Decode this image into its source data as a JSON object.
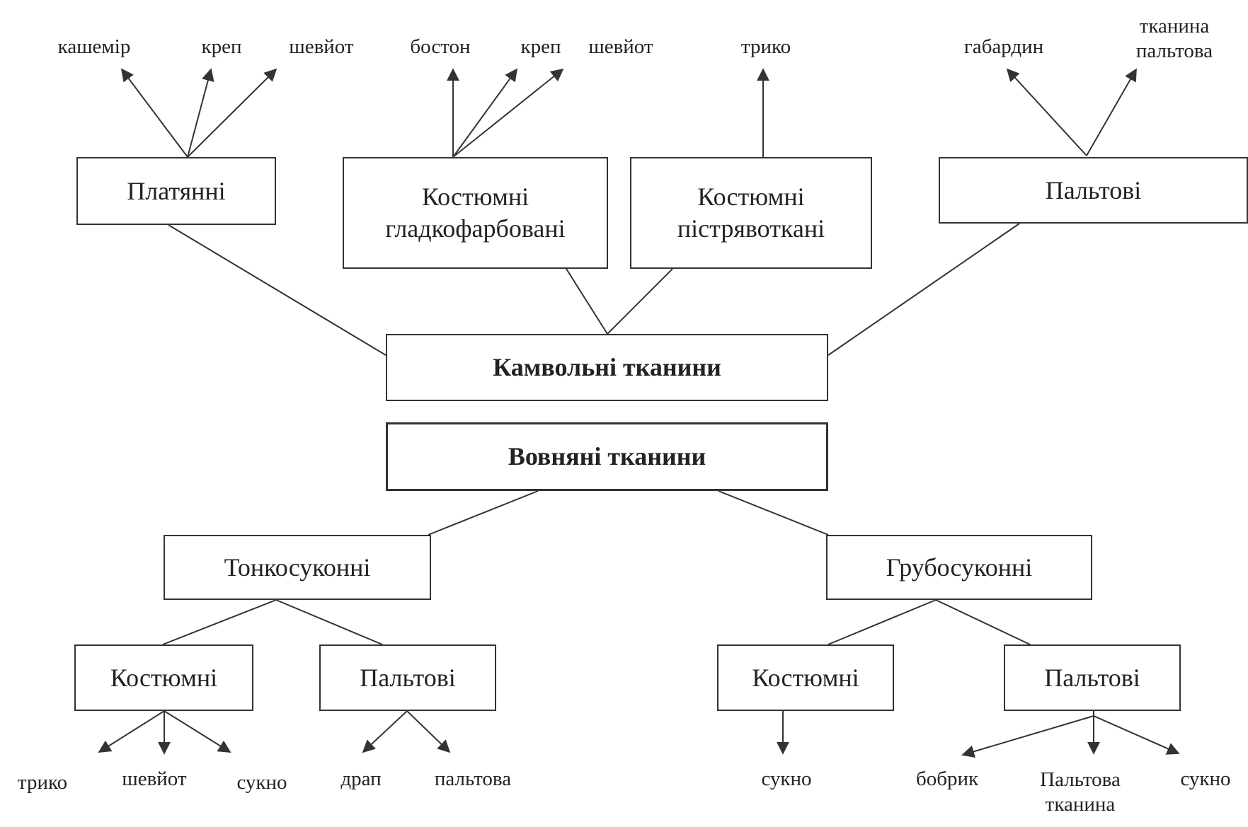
{
  "diagram": {
    "center_top": "Камвольні тканини",
    "center_bottom": "Вовняні тканини",
    "worsted": {
      "dress": {
        "label": "Платянні",
        "items": [
          "кашемір",
          "креп",
          "шевйот"
        ]
      },
      "suit_plain": {
        "label": "Костюмні\nгладкофарбовані",
        "items": [
          "бостон",
          "креп",
          "шевйот"
        ]
      },
      "suit_multi": {
        "label": "Костюмні\nпістрявоткані",
        "items": [
          "трико"
        ]
      },
      "coat": {
        "label": "Пальтові",
        "items": [
          "габардин",
          "тканина\nпальтова"
        ]
      }
    },
    "fine": {
      "label": "Тонкосуконні",
      "suit": {
        "label": "Костюмні",
        "items": [
          "трико",
          "шевйот",
          "сукно"
        ]
      },
      "coat": {
        "label": "Пальтові",
        "items": [
          "драп",
          "пальтова"
        ]
      }
    },
    "coarse": {
      "label": "Грубосуконні",
      "suit": {
        "label": "Костюмні",
        "items": [
          "сукно"
        ]
      },
      "coat": {
        "label": "Пальтові",
        "items": [
          "бобрик",
          "Пальтова\nтканина",
          "сукно"
        ]
      }
    }
  }
}
